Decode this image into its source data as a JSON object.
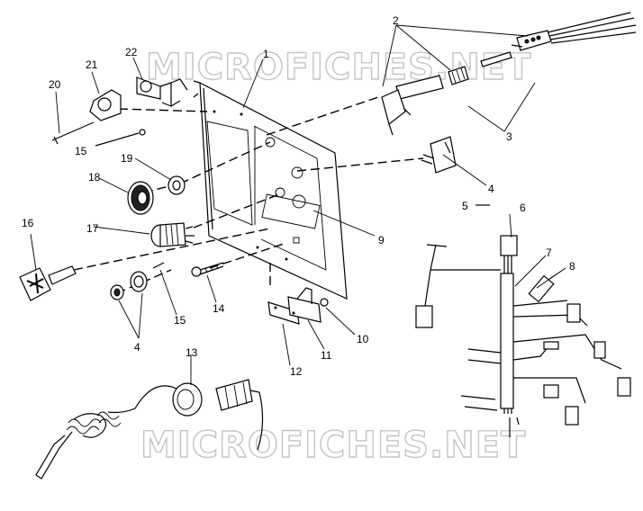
{
  "watermark": {
    "top": "MICROFICHES.NET",
    "bottom": "MICROFICHES.NET"
  },
  "callouts": {
    "c1": "1",
    "c2": "2",
    "c3": "3",
    "c4a": "4",
    "c4b": "4",
    "c5": "5",
    "c6": "6",
    "c7": "7",
    "c8": "8",
    "c9": "9",
    "c10": "10",
    "c11": "11",
    "c12": "12",
    "c13": "13",
    "c14": "14",
    "c15a": "15",
    "c15b": "15",
    "c16": "16",
    "c17": "17",
    "c18": "18",
    "c19": "19",
    "c20": "20",
    "c21": "21",
    "c22": "22"
  }
}
